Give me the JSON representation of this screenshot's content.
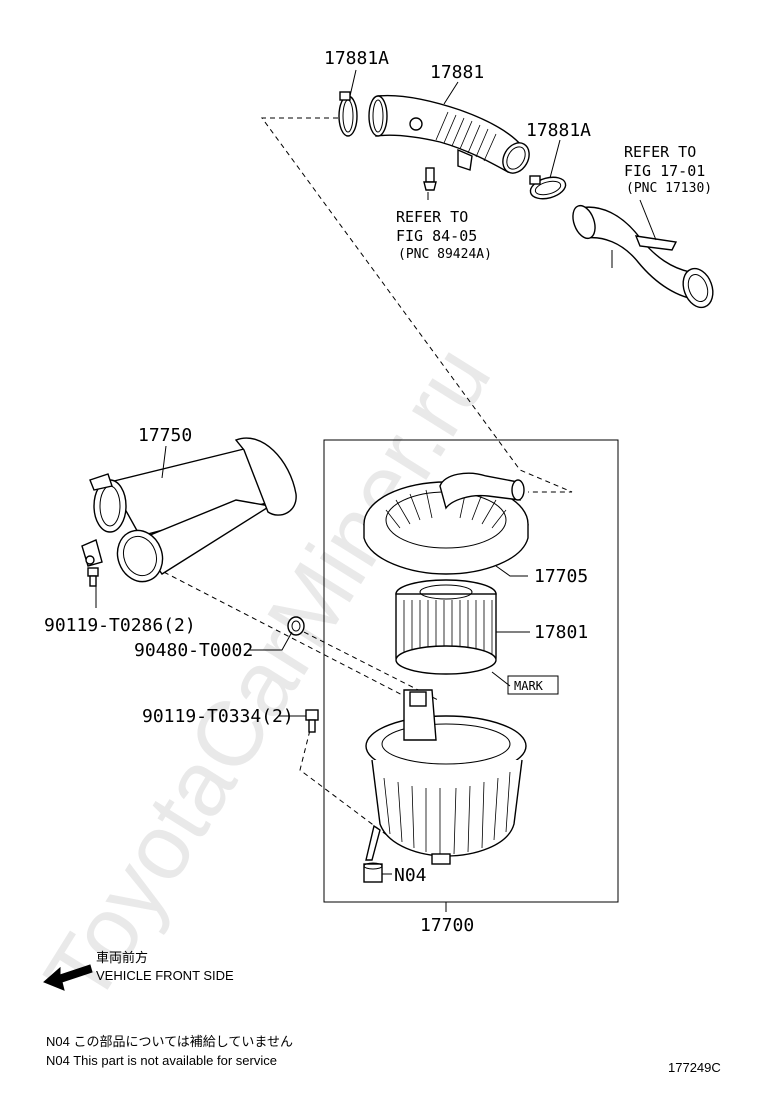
{
  "watermark": "ToyotaCarMiner.ru",
  "parts": {
    "p17881a_top": "17881A",
    "p17881": "17881",
    "p17881a_right": "17881A",
    "p17750": "17750",
    "p17705": "17705",
    "p17801": "17801",
    "p17700": "17700",
    "p90119_t0286": "90119-T0286(2)",
    "p90480_t0002": "90480-T0002",
    "p90119_t0334": "90119-T0334(2)",
    "n04": "N04",
    "mark": "MARK"
  },
  "refs": {
    "fig1705": {
      "line1": "REFER TO",
      "line2": "FIG 17-01",
      "line3": "(PNC 17130)"
    },
    "fig8405": {
      "line1": "REFER TO",
      "line2": "FIG 84-05",
      "line3": "(PNC 89424A)"
    }
  },
  "direction": {
    "jp": "車両前方",
    "en": "VEHICLE FRONT SIDE"
  },
  "notes": {
    "jp": "N04  この部品については補給していません",
    "en": "N04  This part is not available for service"
  },
  "diagram_id": "177249C"
}
